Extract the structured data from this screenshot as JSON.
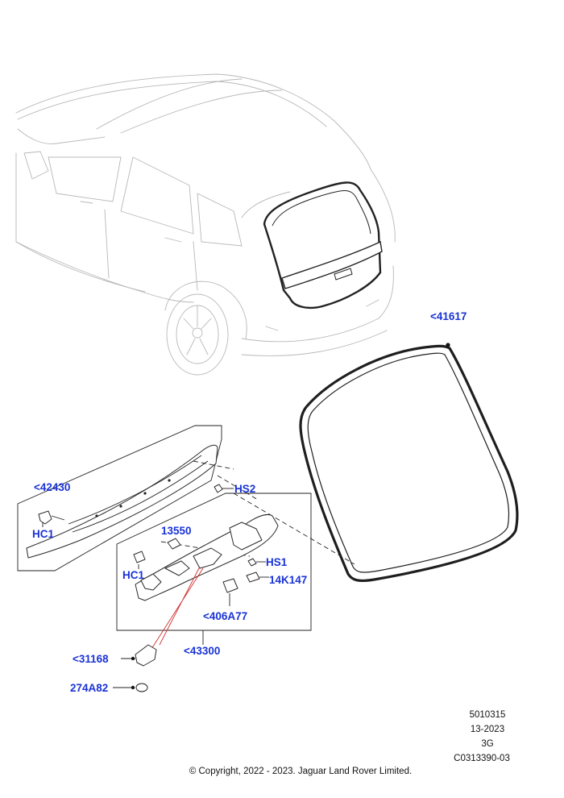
{
  "callouts": {
    "c41617": "<41617",
    "c42430": "<42430",
    "hc1_top": "HC1",
    "hs2": "HS2",
    "c13550": "13550",
    "hs1": "HS1",
    "hc1_bottom": "HC1",
    "c14k147": "14K147",
    "c406a77": "<406A77",
    "c43300": "<43300",
    "c31168": "<31168",
    "c274a82": "274A82"
  },
  "reference": {
    "number": "5010315",
    "date": "13-2023",
    "code": "3G",
    "illustration_id": "C0313390-03"
  },
  "copyright": "© Copyright, 2022 - 2023. Jaguar Land Rover Limited.",
  "colors": {
    "callout": "#1a33d6",
    "line": "#2a2a2a",
    "vehicle_outline": "#b8b8b8",
    "wire": "#d03030"
  }
}
